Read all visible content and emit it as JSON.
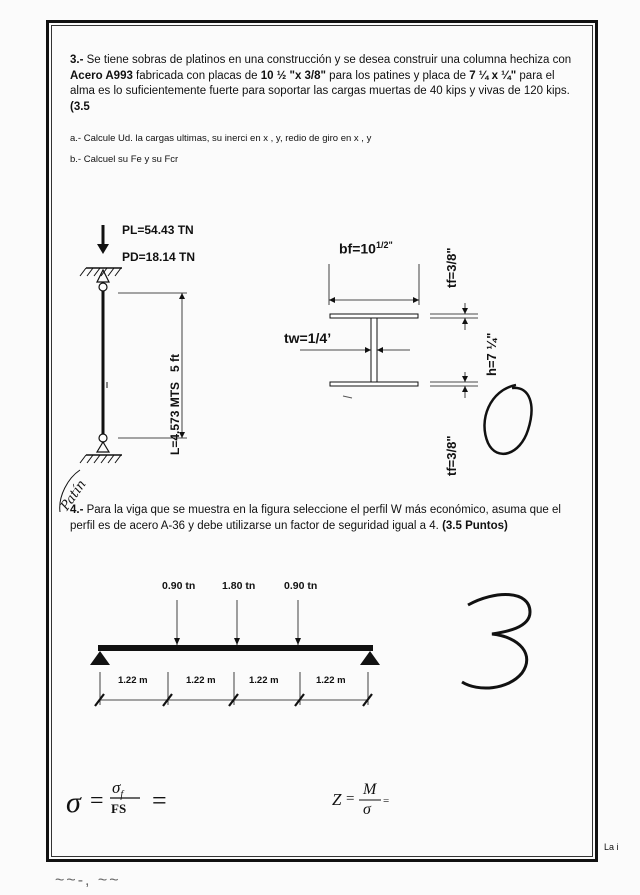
{
  "problem3": {
    "num": "3.-",
    "t1": " Se tiene sobras de platinos en una construcción y se desea  construir una columna hechiza con ",
    "steel": "Acero A993",
    "t2": " fabricada con placas de ",
    "flange": "10 ½ \"x 3/8\"",
    "t3": " para los patines y placa de ",
    "web": "7 ¼ x ¼\"",
    "t4": " para el alma es lo suficientemente fuerte para soportar las cargas muertas de 40 kips y vivas de 120 kips. ",
    "pts": "(3.5",
    "qa": "a.- Calcule Ud. la cargas ultimas, su inerci en x , y, redio de giro en x , y",
    "qb": "b.- Calcuel su Fe y su Fcr"
  },
  "column": {
    "pl": "PL=54.43 TN",
    "pd": "PD=18.14 TN",
    "five_ft": "5 ft",
    "length": "L=4.573 MTS"
  },
  "section": {
    "bf": "bf=10",
    "bf_frac": "1/2\"",
    "tw": "tw=1/4’",
    "tf_top": "tf=3/8\"",
    "h": "h=7 ¼\"",
    "tf_bot": "tf=3/8\""
  },
  "handwriting": {
    "patin": "Patín",
    "zero": "0",
    "three": "3"
  },
  "problem4": {
    "num": "4.-",
    "t1": " Para la viga que se muestra en la figura seleccione el perfil W más económico, asuma que el perfil es de acero A-36 y debe utilizarse un factor de seguridad igual a 4. ",
    "pts": "(3.5 Puntos)"
  },
  "beam": {
    "loads": [
      "0.90 tn",
      "1.80 tn",
      "0.90 tn"
    ],
    "spans": [
      "1.22 m",
      "1.22 m",
      "1.22 m",
      "1.22 m"
    ]
  },
  "formulas": {
    "sigma": "σ",
    "eq": "=",
    "sigma_y": "σ",
    "sub_y": "f",
    "fs": "FS",
    "eq2": "=",
    "z": "Z",
    "eq3": "=",
    "m": "M",
    "sigma2": "σ",
    "eq4": "="
  },
  "margin_note": "La i",
  "bottom_text": "~~-, ~~"
}
